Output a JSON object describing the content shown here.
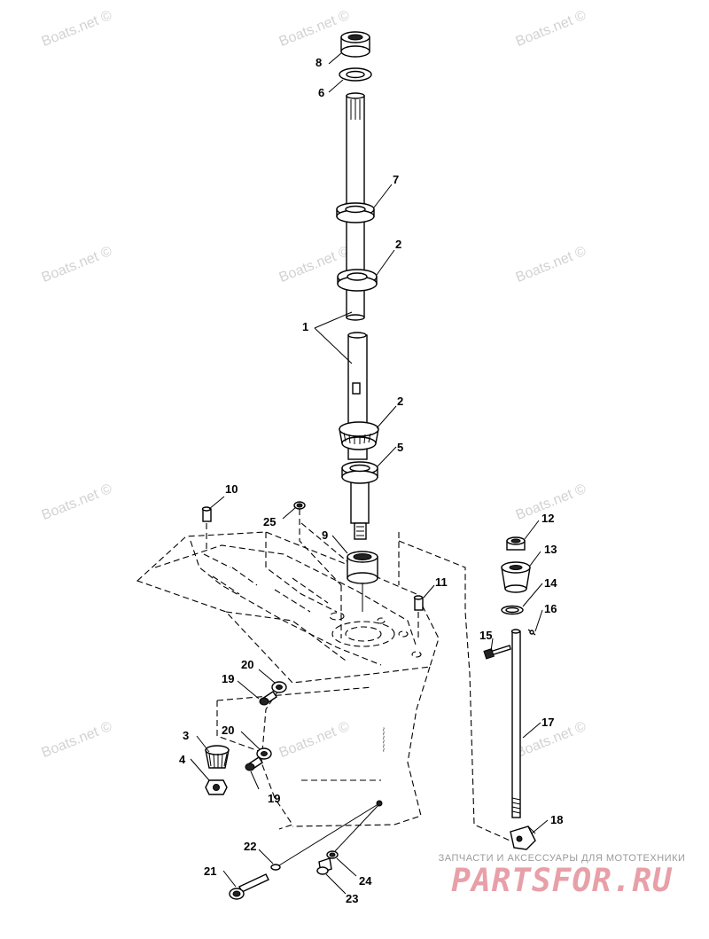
{
  "watermark": "Boats.net ©",
  "brand": {
    "tagline": "ЗАПЧАСТИ И АКСЕССУАРЫ ДЛЯ МОТОТЕХНИКИ",
    "logo": "PARTSFOR.RU"
  },
  "callouts": [
    "1",
    "2",
    "3",
    "4",
    "5",
    "6",
    "7",
    "8",
    "9",
    "10",
    "11",
    "12",
    "13",
    "14",
    "15",
    "16",
    "17",
    "18",
    "19",
    "20",
    "21",
    "22",
    "23",
    "24",
    "25"
  ],
  "colors": {
    "ink": "#000000",
    "watermark": "#d2d2d2",
    "logo": "#e8a0a8"
  }
}
